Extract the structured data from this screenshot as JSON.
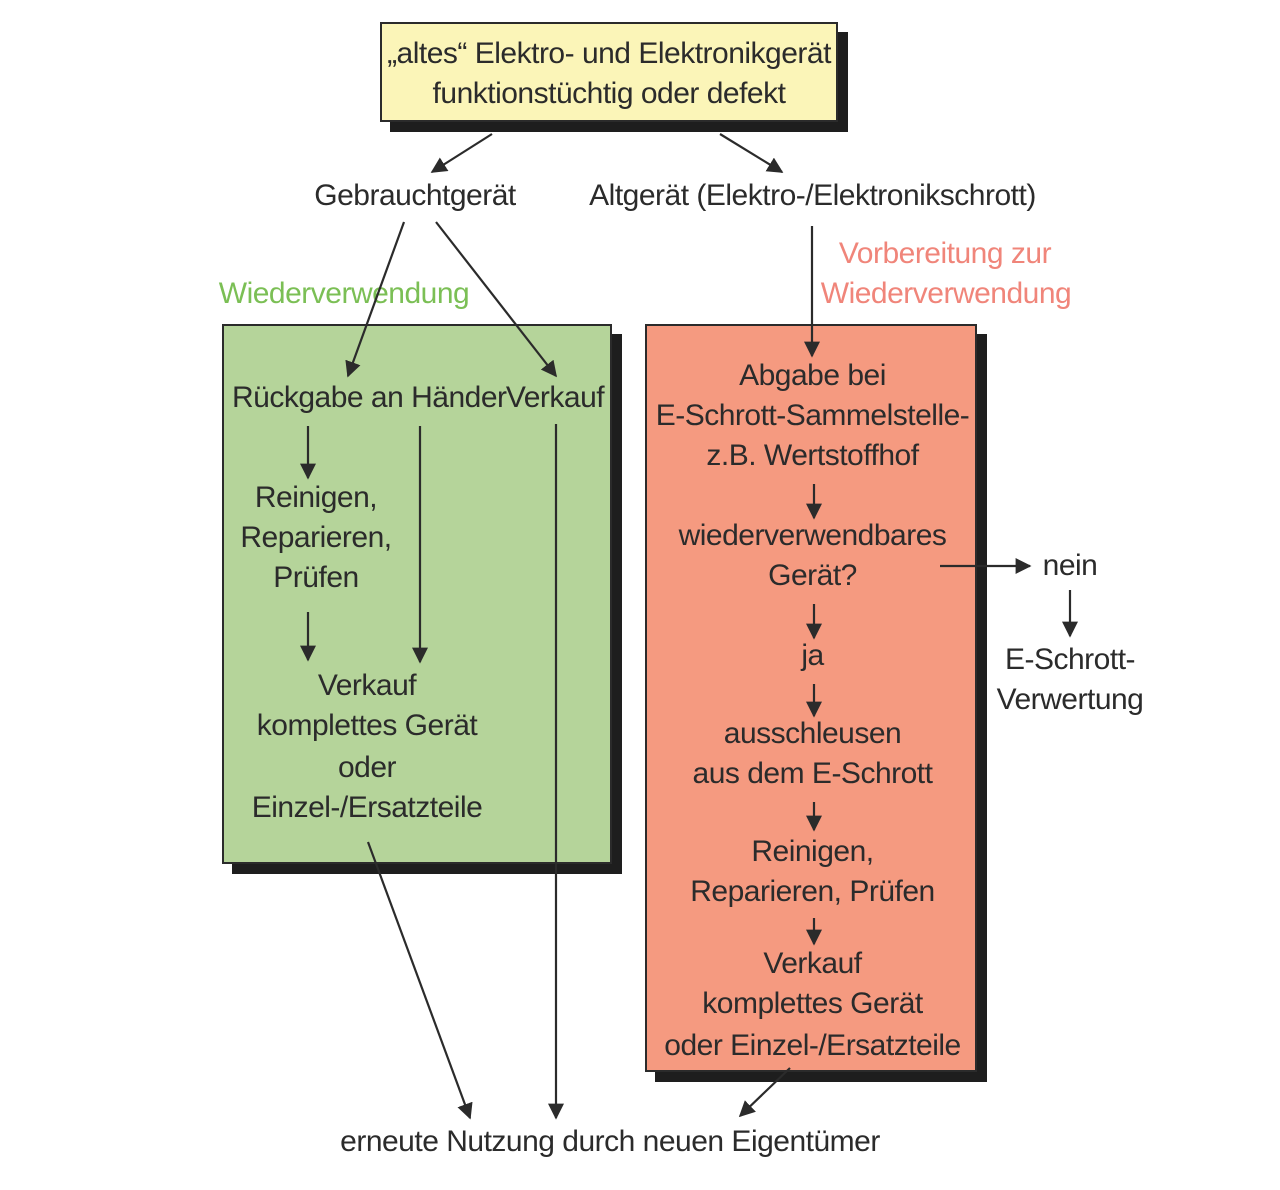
{
  "top": {
    "line1": "„altes“ Elektro- und Elektronikgerät",
    "line2": "funktionstüchtig oder defekt"
  },
  "branches": {
    "left": "Gebrauchtgerät",
    "right": "Altgerät (Elektro-/Elektronikschrott)"
  },
  "labels": {
    "reuse": "Wiederverwendung",
    "prep_line1": "Vorbereitung zur",
    "prep_line2": "Wiederverwendung"
  },
  "green": {
    "return": "Rückgabe an Händer",
    "sell": "Verkauf",
    "clean": [
      "Reinigen,",
      "Reparieren,",
      "Prüfen"
    ],
    "result": [
      "Verkauf",
      "komplettes Gerät",
      "oder",
      "Einzel-/Ersatzteile"
    ]
  },
  "red": {
    "drop": [
      "Abgabe bei",
      "E-Schrott-Sammelstelle-",
      "z.B. Wertstoffhof"
    ],
    "question": [
      "wiederverwendbares",
      "Gerät?"
    ],
    "yes": "ja",
    "extract": [
      "ausschleusen",
      "aus dem E-Schrott"
    ],
    "clean": [
      "Reinigen,",
      "Reparieren, Prüfen"
    ],
    "result": [
      "Verkauf",
      "komplettes Gerät",
      "oder Einzel-/Ersatzteile"
    ]
  },
  "side": {
    "no": "nein",
    "recycle": [
      "E-Schrott-",
      "Verwertung"
    ]
  },
  "bottom": "erneute Nutzung durch neuen Eigentümer",
  "colors": {
    "top_fill": "#fbf5b8",
    "green_fill": "#b5d49a",
    "red_fill": "#f59a80",
    "green_text": "#7bbf55",
    "red_text": "#f0857a"
  }
}
